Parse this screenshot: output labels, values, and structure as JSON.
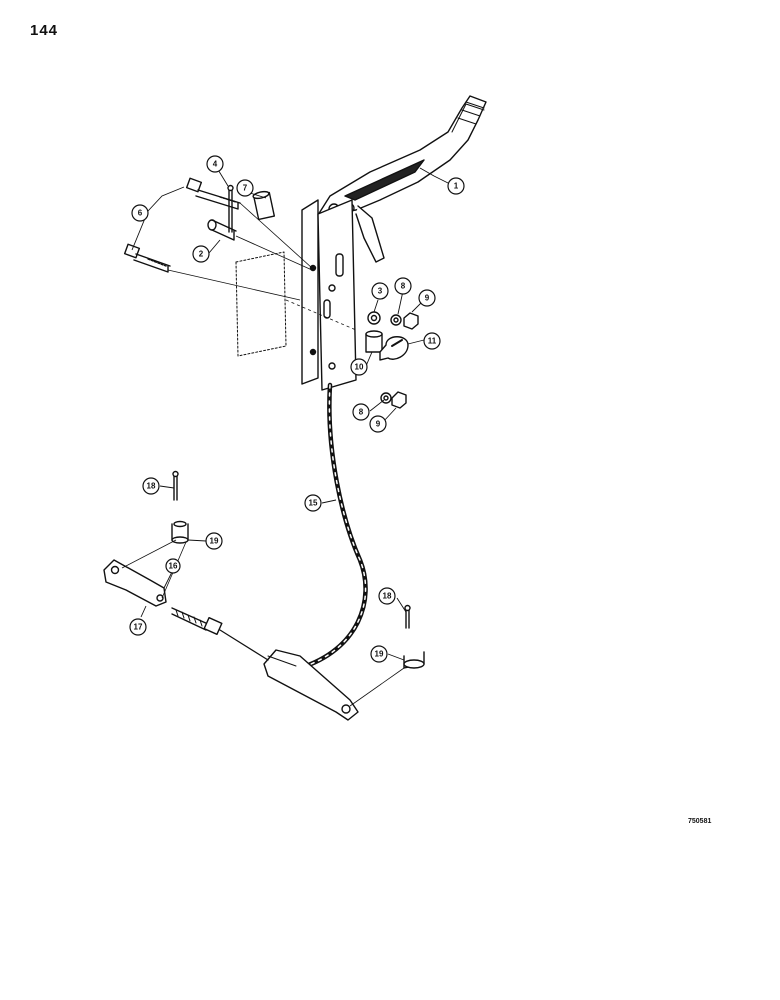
{
  "page": {
    "number": "144",
    "figure_code": "750581"
  },
  "callouts": [
    "1",
    "2",
    "3",
    "4",
    "6",
    "7",
    "8",
    "9",
    "11",
    "10",
    "8",
    "9",
    "18",
    "15",
    "19",
    "16",
    "17",
    "18",
    "19"
  ]
}
